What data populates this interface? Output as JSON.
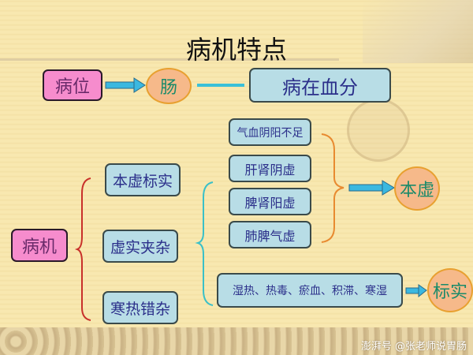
{
  "title": "病机特点",
  "location": {
    "label": "病位",
    "organ": "肠",
    "desc": "病在血分"
  },
  "pathogenesis": {
    "label": "病机",
    "branches": [
      "本虚标实",
      "虚实夹杂",
      "寒热错杂"
    ]
  },
  "deficiency": {
    "items": [
      "气血阴阳不足",
      "肝肾阴虚",
      "脾肾阳虚",
      "肺脾气虚"
    ],
    "result": "本虚"
  },
  "excess": {
    "items": "湿热、热毒、瘀血、积滞、寒湿",
    "result": "标实"
  },
  "watermark": "澎湃号 @张老师说胃肠"
}
